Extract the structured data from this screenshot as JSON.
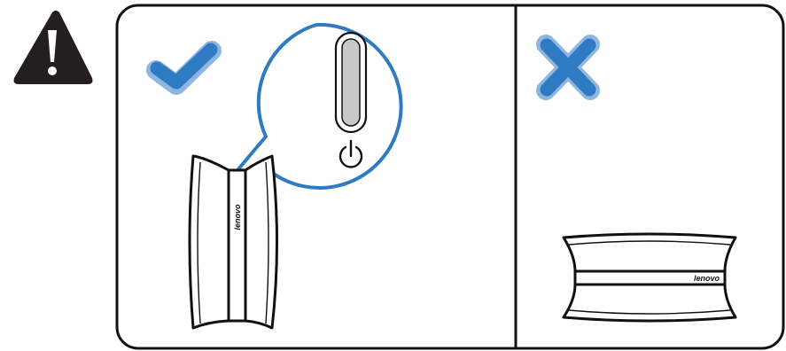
{
  "warning": {
    "icon": "warning-triangle-icon",
    "color": "#231f20"
  },
  "panels": {
    "correct": {
      "status_icon": "checkmark-icon",
      "status_color": "#2e7bc4",
      "device_orientation": "vertical",
      "brand_label": "lenovo",
      "callout": {
        "indicator": "light-bar-indicator",
        "indicator_color": "#c8c8c8",
        "power_icon": "power-icon"
      }
    },
    "incorrect": {
      "status_icon": "cross-icon",
      "status_color": "#2e7bc4",
      "device_orientation": "horizontal",
      "brand_label": "lenovo"
    }
  },
  "colors": {
    "outline": "#111111",
    "accent_blue": "#2e7bc4",
    "accent_blue_light": "#8fb6df"
  }
}
